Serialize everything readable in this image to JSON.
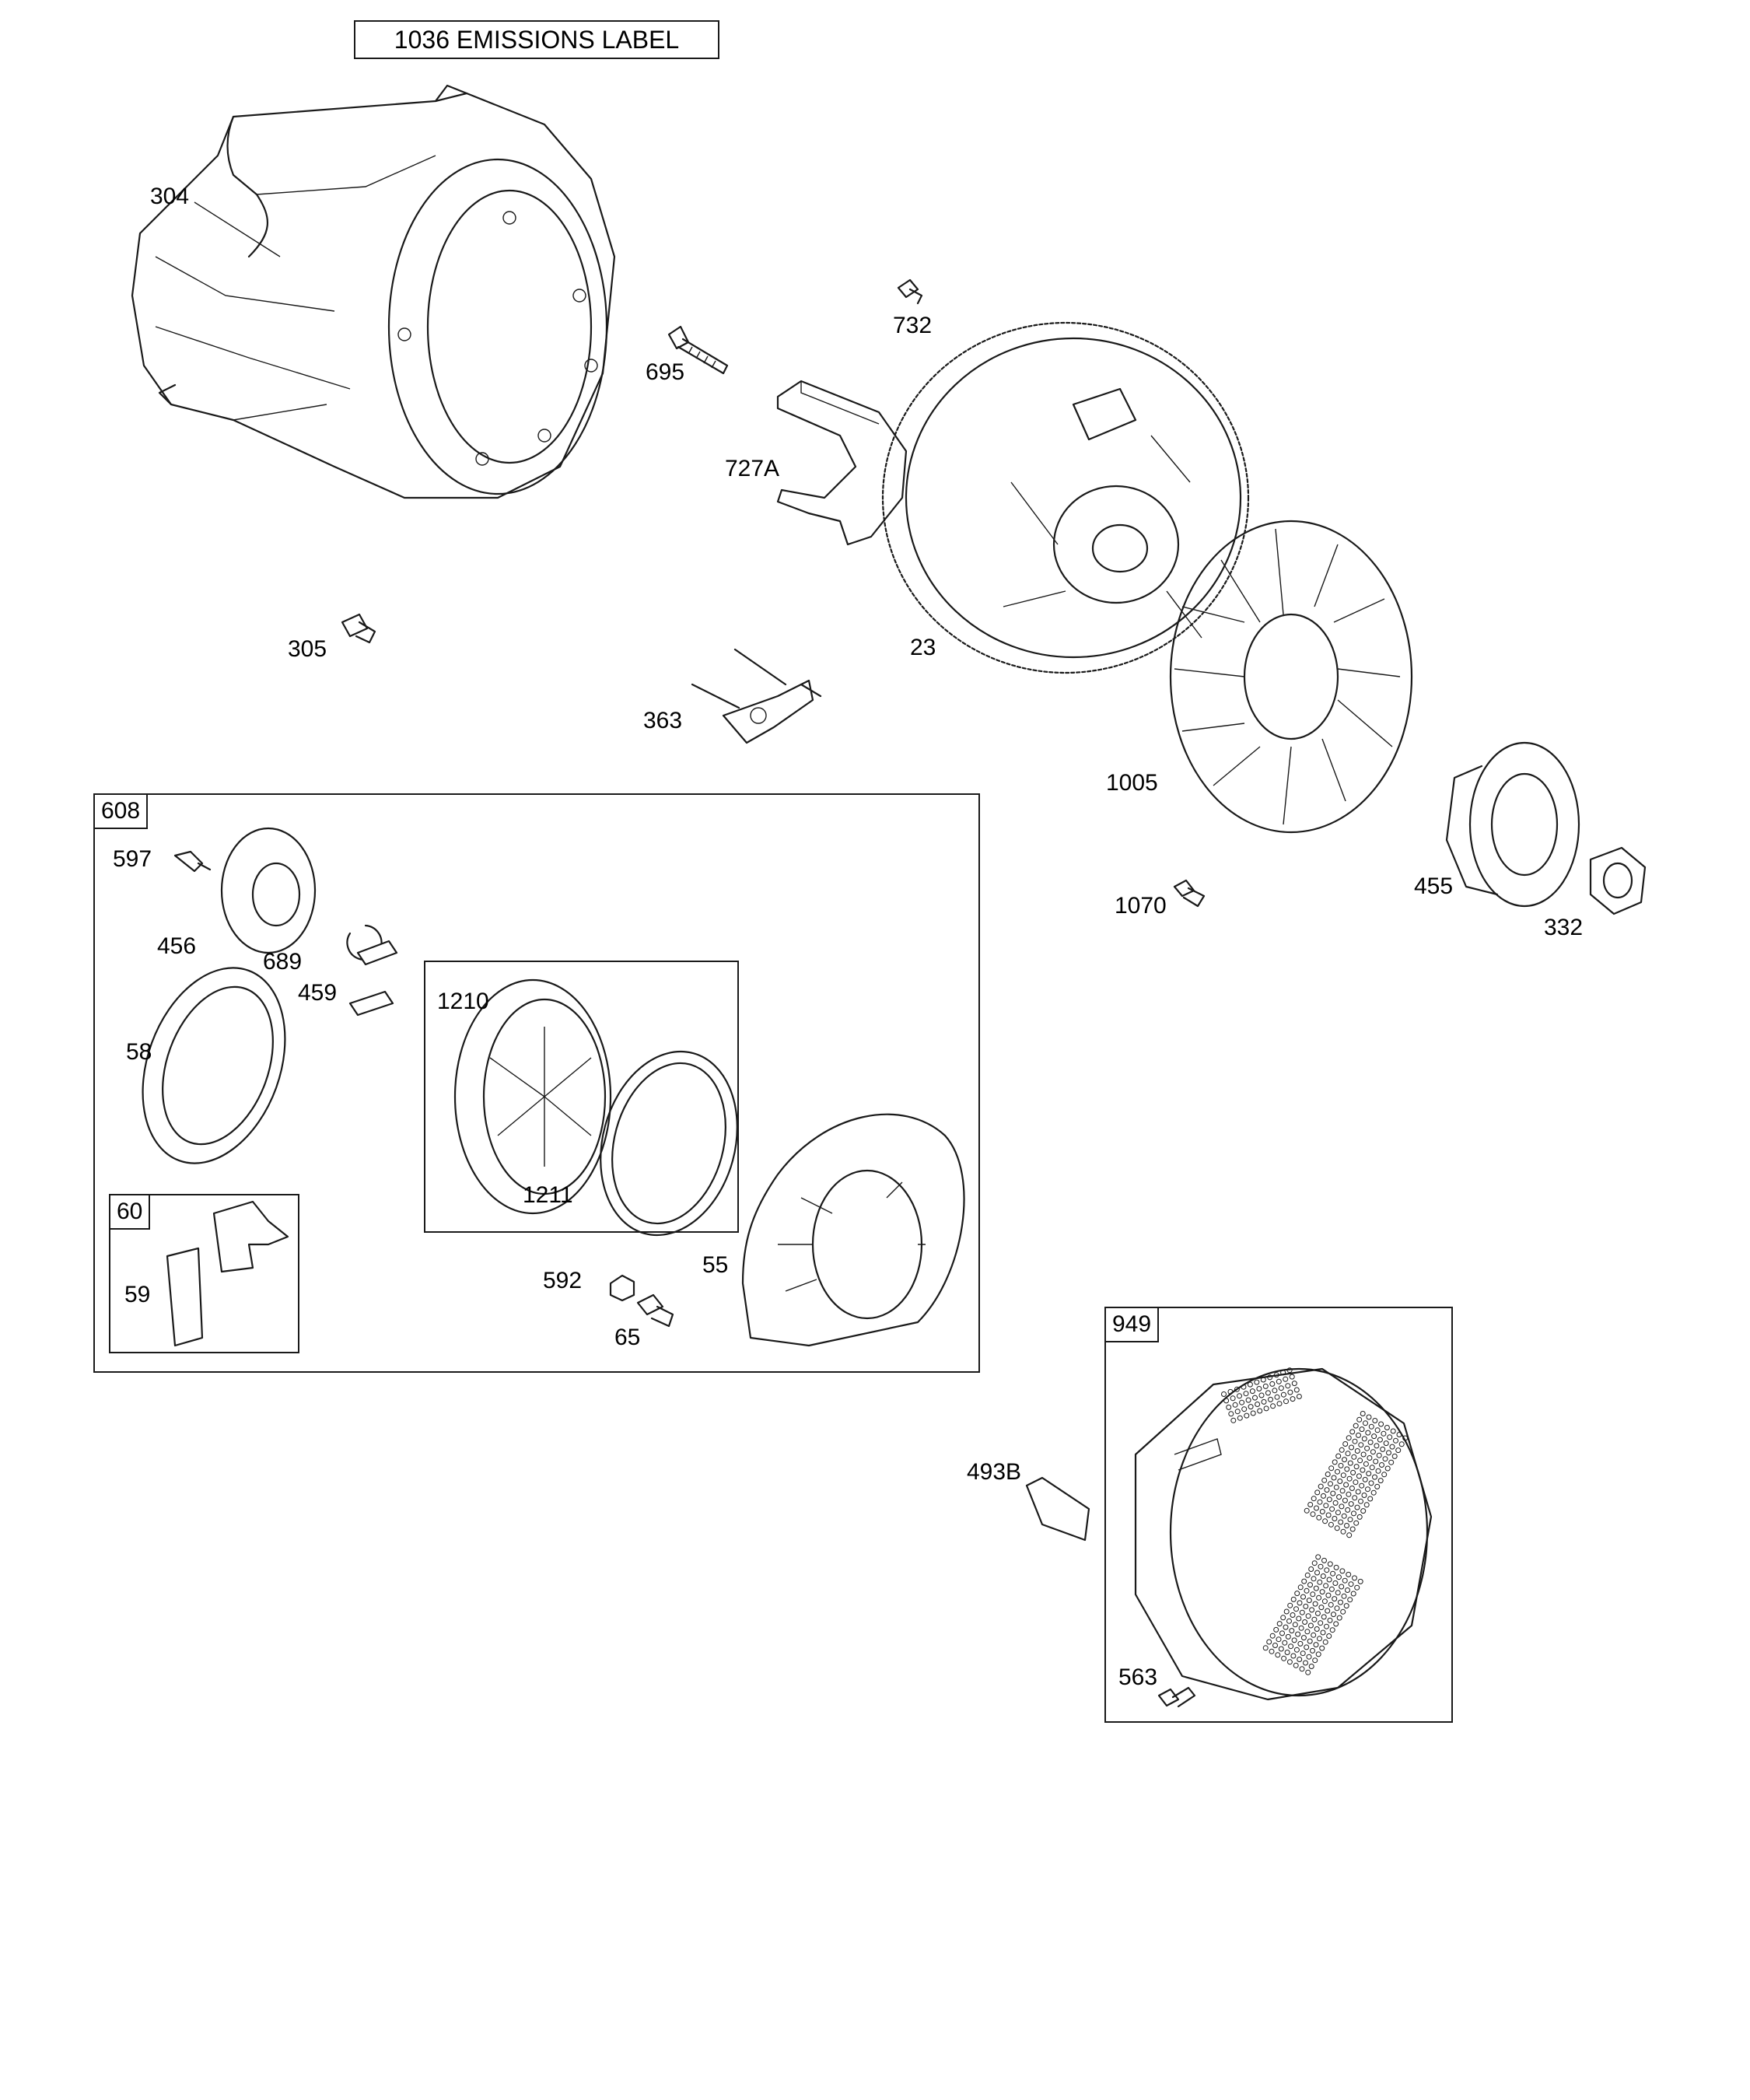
{
  "title": "1036 EMISSIONS LABEL",
  "groups": {
    "g608": "608",
    "g60": "60",
    "g949": "949"
  },
  "callouts": {
    "p304": "304",
    "p305": "305",
    "p732": "732",
    "p695": "695",
    "p727A": "727A",
    "p23": "23",
    "p363": "363",
    "p1005": "1005",
    "p1070": "1070",
    "p455": "455",
    "p332": "332",
    "p597": "597",
    "p456": "456",
    "p689": "689",
    "p459": "459",
    "p58": "58",
    "p1210": "1210",
    "p1211": "1211",
    "p59": "59",
    "p592": "592",
    "p55": "55",
    "p65": "65",
    "p493B": "493B",
    "p563": "563"
  }
}
